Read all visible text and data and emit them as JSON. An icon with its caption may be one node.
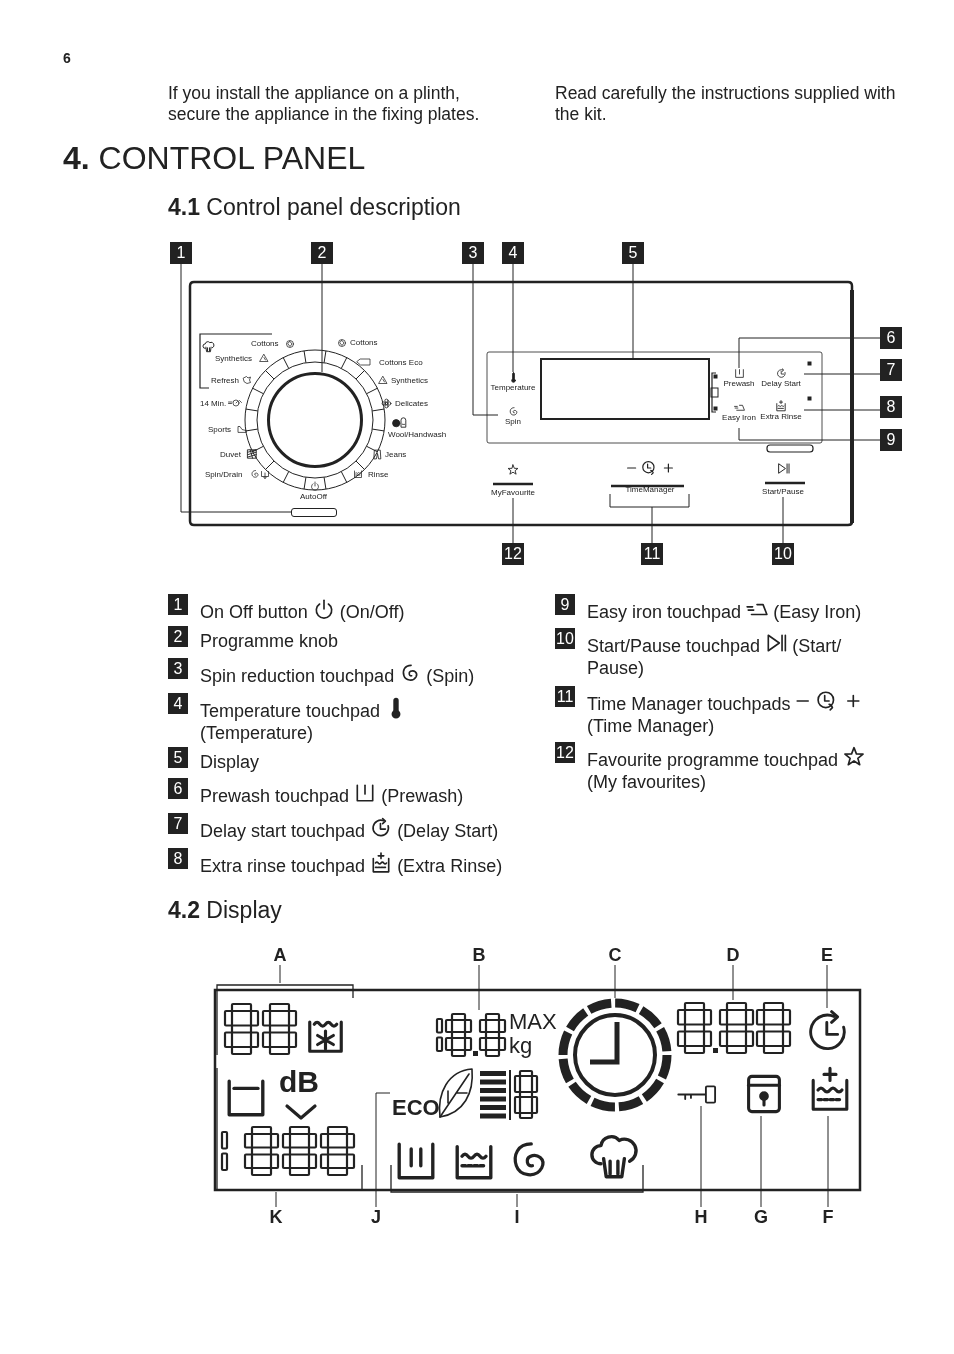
{
  "diagram": {
    "title": "**4.** CONTROL PANEL",
    "nodes": [
      {
        "text": [
          "1"
        ]
      },
      {
        "text": [
          "2"
        ]
      },
      {
        "text": [
          "3"
        ]
      },
      {
        "text": [
          "4"
        ]
      },
      {
        "text": [
          "5"
        ]
      },
      {
        "text": [
          "6"
        ]
      },
      {
        "text": [
          "7"
        ]
      },
      {
        "text": [
          "8"
        ]
      },
      {
        "text": [
          "9"
        ]
      },
      {
        "text": [
          "10"
        ]
      },
      {
        "text": [
          "11"
        ]
      },
      {
        "text": [
          "12"
        ]
      },
      {
        "text": [],
        "shape": "box"
      },
      {
        "text": [],
        "shape": "circle"
      },
      {
        "text": [
          "Spin"
        ]
      },
      {
        "text": [
          "Temperature"
        ]
      },
      {
        "text": [],
        "shape": "box"
      },
      {
        "text": [
          "Prewash"
        ]
      },
      {
        "text": [
          "Delay Start"
        ]
      },
      {
        "text": [
          "Extra Rinse"
        ]
      },
      {
        "text": [
          "Easy Iron"
        ]
      },
      {
        "text": [
          "Start/Pause"
        ]
      },
      {
        "text": [
          "TimeManager"
        ]
      },
      {
        "text": [
          "MyFavourite"
        ]
      },
      {
        "text": [
          "A"
        ]
      },
      {
        "text": [
          "B"
        ]
      },
      {
        "text": [
          "C"
        ]
      },
      {
        "text": [
          "D"
        ]
      },
      {
        "text": [
          "E"
        ]
      },
      {
        "text": [
          "F"
        ]
      },
      {
        "text": [
          "G"
        ]
      },
      {
        "text": [
          "H"
        ]
      },
      {
        "text": [
          "I"
        ]
      },
      {
        "text": [
          "J"
        ]
      },
      {
        "text": [
          "K"
        ]
      },
      {
        "text": [],
        "shape": "box"
      },
      {
        "text": [
          "MAX kg"
        ]
      },
      {
        "text": [],
        "shape": "circle"
      },
      {
        "text": [],
        "shape": "box"
      },
      {
        "text": [],
        "shape": "circle"
      },
      {
        "text": [],
        "shape": "box"
      },
      {
        "text": [],
        "shape": "box"
      },
      {
        "text": [],
        "shape": "box"
      },
      {
        "text": [],
        "shape": "box"
      },
      {
        "text": [
          "ECO"
        ]
      },
      {
        "text": [
          "dB"
        ]
      },
      {
        "text": [
          "1"
        ]
      },
      {
        "text": [
          "2"
        ]
      },
      {
        "text": [
          "3"
        ]
      },
      {
        "text": [
          "4"
        ]
      },
      {
        "text": [
          "5"
        ]
      },
      {
        "text": [
          "6"
        ]
      },
      {
        "text": [
          "7"
        ]
      },
      {
        "text": [
          "8"
        ]
      },
      {
        "text": [
          "9"
        ]
      },
      {
        "text": [
          "10"
        ]
      },
      {
        "text": [
          "11"
        ]
      },
      {
        "text": [
          "12"
        ]
      }
    ],
    "edges": [
      {
        "from": 0,
        "to": 12,
        "arrow": "none"
      },
      {
        "from": 1,
        "to": 13,
        "arrow": "none"
      },
      {
        "from": 2,
        "to": 14,
        "arrow": "none"
      },
      {
        "from": 3,
        "to": 15,
        "arrow": "none"
      },
      {
        "from": 4,
        "to": 16,
        "arrow": "none"
      },
      {
        "from": 5,
        "to": 17,
        "arrow": "none"
      },
      {
        "from": 6,
        "to": 18,
        "arrow": "none"
      },
      {
        "from": 7,
        "to": 19,
        "arrow": "none"
      },
      {
        "from": 8,
        "to": 20,
        "arrow": "none"
      },
      {
        "from": 9,
        "to": 21,
        "arrow": "none"
      },
      {
        "from": 10,
        "to": 22,
        "arrow": "none"
      },
      {
        "from": 11,
        "to": 23,
        "arrow": "none"
      },
      {
        "from": 24,
        "to": 35,
        "arrow": "none"
      },
      {
        "from": 25,
        "to": 36,
        "arrow": "none"
      },
      {
        "from": 26,
        "to": 37,
        "arrow": "none"
      },
      {
        "from": 27,
        "to": 38,
        "arrow": "none"
      },
      {
        "from": 28,
        "to": 39,
        "arrow": "none"
      },
      {
        "from": 29,
        "to": 40,
        "arrow": "none"
      },
      {
        "from": 30,
        "to": 41,
        "arrow": "none"
      },
      {
        "from": 31,
        "to": 42,
        "arrow": "none"
      },
      {
        "from": 32,
        "to": 43,
        "arrow": "none"
      },
      {
        "from": 33,
        "to": 44,
        "arrow": "none"
      },
      {
        "from": 34,
        "to": 45,
        "arrow": "none"
      }
    ],
    "labels": [
      "6",
      "If you install the appliance on a plinth, secure the appliance in the fixing plates.",
      "Read carefully the instructions supplied with the kit.",
      "**4.1** Control panel description",
      "Cottons",
      "Synthetics",
      "Refresh",
      "14 Min.",
      "Sports",
      "Duvet",
      "Spin/Drain",
      "AutoOff",
      "Cottons",
      "Cottons Eco",
      "Synthetics",
      "Delicates",
      "Wool/Handwash",
      "Jeans",
      "Rinse",
      "On Off button",
      "(On/Off)",
      "Programme knob",
      "Spin reduction touchpad",
      "(Spin)",
      "Temperature touchpad",
      "(Temperature)",
      "Display",
      "Prewash touchpad",
      "(Prewash)",
      "Delay start touchpad",
      "(Delay Start)",
      "Extra rinse touchpad",
      "(Extra Rinse)",
      "Easy iron touchpad",
      "(Easy Iron)",
      "Start/Pause touchpad",
      "(Start/ Pause)",
      "Time Manager touchpads",
      "(Time Manager)",
      "Favourite programme touchpad",
      "(My favourites)",
      "**4.2** Display"
    ]
  }
}
